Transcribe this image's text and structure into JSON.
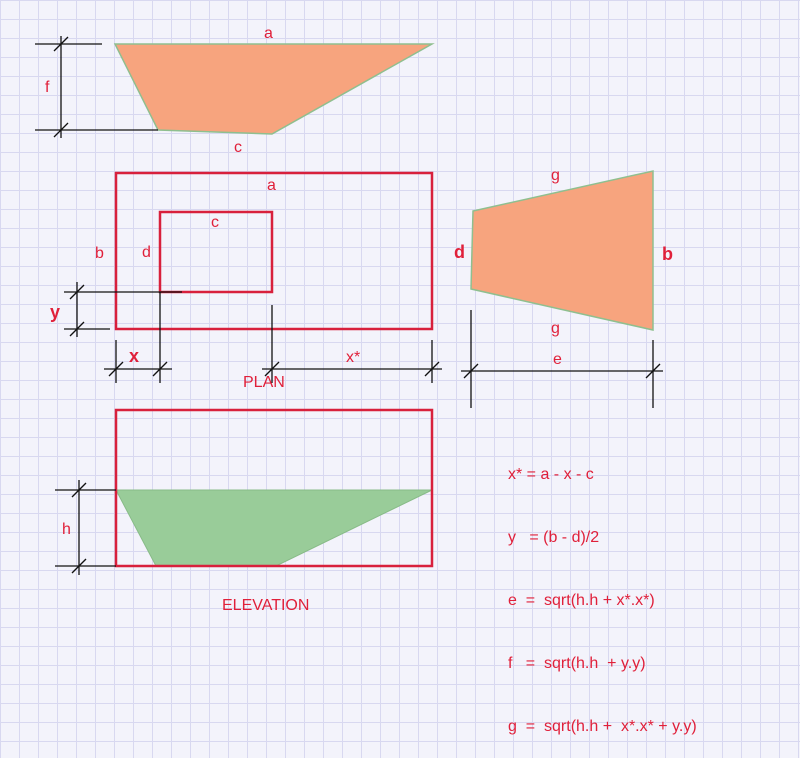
{
  "labels": {
    "top_a": "a",
    "top_c": "c",
    "top_f": "f",
    "plan_a": "a",
    "plan_c": "c",
    "plan_b": "b",
    "plan_d": "d",
    "plan_y": "y",
    "plan_x": "x",
    "plan_xstar": "x*",
    "plan_caption": "PLAN",
    "side_g_top": "g",
    "side_g_bottom": "g",
    "side_d": "d",
    "side_b": "b",
    "side_e": "e",
    "elev_h": "h",
    "elev_caption": "ELEVATION"
  },
  "formulas": [
    "x* = a - x - c",
    "y   = (b - d)/2",
    "e  =  sqrt(h.h + x*.x*)",
    "f   =  sqrt(h.h  + y.y)",
    "g  =  sqrt(h.h +  x*.x* + y.y)"
  ],
  "colors": {
    "orange_fill": "#f7a47e",
    "green_fill": "#99cc99",
    "red": "#d8203c",
    "dimension": "#111111"
  }
}
